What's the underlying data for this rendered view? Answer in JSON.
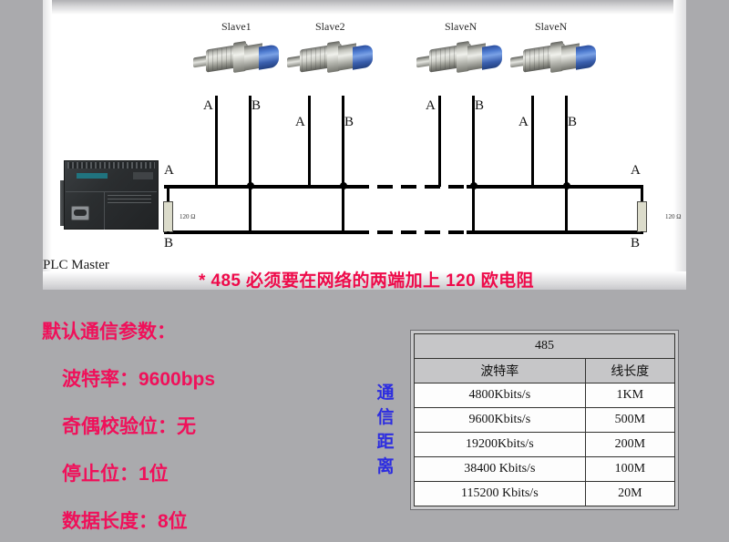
{
  "diagram": {
    "slaves": [
      {
        "label": "Slave1"
      },
      {
        "label": "Slave2"
      },
      {
        "label": "SlaveN"
      },
      {
        "label": "SlaveN"
      }
    ],
    "branch_letters": [
      "A",
      "B",
      "A",
      "B",
      "A",
      "B",
      "A",
      "B"
    ],
    "bus_terminals": {
      "left_top": "A",
      "left_bottom": "B",
      "right_top": "A",
      "right_bottom": "B"
    },
    "resistors": [
      {
        "value": "120 Ω"
      },
      {
        "value": "120 Ω"
      }
    ],
    "plc_caption": "PLC Master",
    "warning": "* 485 必须要在网络的两端加上 120 欧电阻"
  },
  "params": {
    "title": "默认通信参数：",
    "items": [
      "波特率：9600bps",
      "奇偶校验位：无",
      "停止位：1位",
      "数据长度：8位"
    ]
  },
  "distance_caption": "通\n信\n距\n离",
  "table": {
    "title": "485",
    "columns": [
      "波特率",
      "线长度"
    ],
    "rows": [
      {
        "baud": "4800Kbits/s",
        "length": "1KM"
      },
      {
        "baud": "9600Kbits/s",
        "length": "500M"
      },
      {
        "baud": "19200Kbits/s",
        "length": "200M"
      },
      {
        "baud": "38400 Kbits/s",
        "length": "100M"
      },
      {
        "baud": "115200 Kbits/s",
        "length": "20M"
      }
    ]
  },
  "colors": {
    "background": "#aaaaad",
    "panel": "#ffffff",
    "warning_red": "#ee0a4a",
    "param_red": "#f0105a",
    "caption_blue": "#2d2de0",
    "wire": "#000000",
    "resistor_fill": "#dcdccb"
  }
}
